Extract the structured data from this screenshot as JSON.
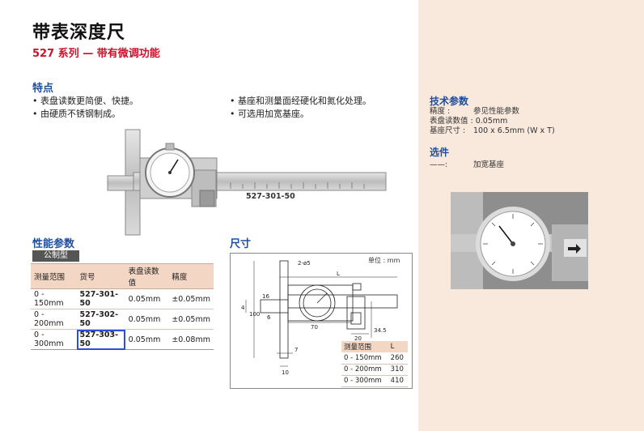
{
  "title": "带表深度尺",
  "subtitle": "527 系列 — 带有微调功能",
  "features": {
    "heading": "特点",
    "left": [
      "• 表盘读数更简便、快捷。",
      "• 由硬质不锈钢制成。"
    ],
    "right": [
      "• 基座和测量面经硬化和氮化处理。",
      "• 可选用加宽基座。"
    ]
  },
  "product_image_label": "527-301-50",
  "performance": {
    "heading": "性能参数",
    "tag": "公制型",
    "columns": [
      "测量范围",
      "货号",
      "表盘读数值",
      "精度"
    ],
    "rows": [
      [
        "0 - 150mm",
        "527-301-50",
        "0.05mm",
        "±0.05mm"
      ],
      [
        "0 - 200mm",
        "527-302-50",
        "0.05mm",
        "±0.05mm"
      ],
      [
        "0 - 300mm",
        "527-303-50",
        "0.05mm",
        "±0.08mm"
      ]
    ]
  },
  "dimensions": {
    "heading": "尺寸",
    "unit": "单位 : mm",
    "labels": {
      "dia": "2-ø5",
      "L": "L",
      "d4": "4",
      "d100": "100",
      "d16": "16",
      "d6": "6",
      "d70": "70",
      "d20": "20",
      "d345": "34.5",
      "d7": "7",
      "d10": "10"
    },
    "columns": [
      "测量范围",
      "L"
    ],
    "rows": [
      [
        "0 - 150mm",
        "260"
      ],
      [
        "0 - 200mm",
        "310"
      ],
      [
        "0 - 300mm",
        "410"
      ]
    ]
  },
  "tech": {
    "heading": "技术参数",
    "rows": [
      {
        "k": "精度 :",
        "v": "参见性能参数"
      },
      {
        "k": "表盘读数值 : 0.05mm",
        "v": ""
      },
      {
        "k": "基座尺寸 :",
        "v": "100 x 6.5mm (W x T)"
      }
    ]
  },
  "options": {
    "heading": "选件",
    "dash": "——:",
    "item": "加宽基座"
  }
}
